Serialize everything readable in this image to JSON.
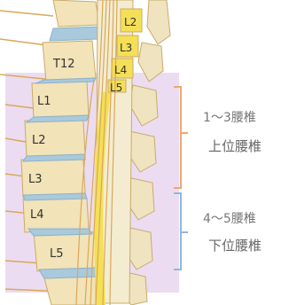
{
  "vertebrae": {
    "thoracic": "T12",
    "lumbar": [
      "L1",
      "L2",
      "L3",
      "L4",
      "L5"
    ],
    "cord_level": [
      "L2",
      "L3",
      "L4",
      "L5"
    ]
  },
  "groups": {
    "upper": {
      "range": "1～3腰椎",
      "name": "上位腰椎",
      "color": "#f2a66b"
    },
    "lower": {
      "range": "4～5腰椎",
      "name": "下位腰椎",
      "color": "#8fb7e0"
    }
  },
  "colors": {
    "bone": "#f2e3b8",
    "bone_edge": "#c9ab6a",
    "disc": "#a9c9dc",
    "highlight": "#e9d6ee",
    "nerve": "#d9a85a",
    "cauda": "#f4df57"
  }
}
